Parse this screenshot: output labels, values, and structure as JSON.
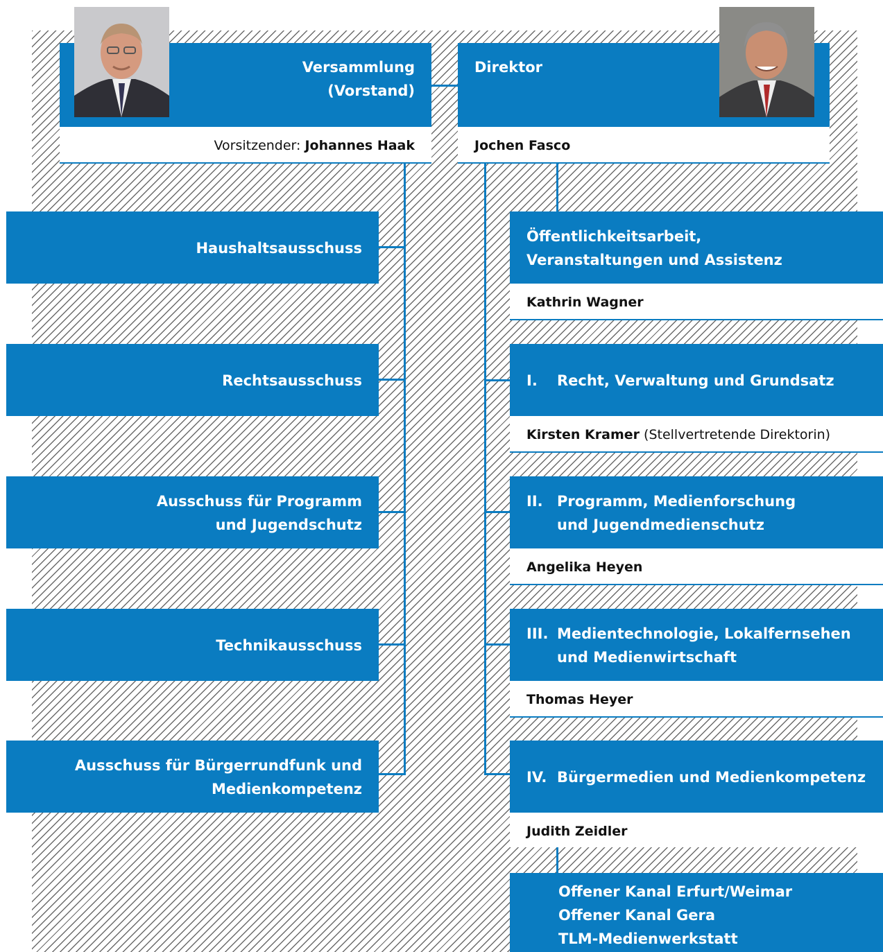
{
  "top": {
    "versammlung": {
      "title_line1": "Versammlung",
      "title_line2": "(Vorstand)",
      "role_label": "Vorsitzender: ",
      "name": "Johannes Haak"
    },
    "direktor": {
      "title": "Direktor",
      "name": "Jochen Fasco"
    }
  },
  "ausschuesse": [
    {
      "line1": "Haushaltsausschuss",
      "line2": ""
    },
    {
      "line1": "Rechtsausschuss",
      "line2": ""
    },
    {
      "line1": "Ausschuss für Programm",
      "line2": "und Jugendschutz"
    },
    {
      "line1": "Technikausschuss",
      "line2": ""
    },
    {
      "line1": "Ausschuss für Bürgerrundfunk und",
      "line2": "Medienkompetenz"
    }
  ],
  "abteilungen": [
    {
      "num": "",
      "line1": "Öffentlichkeitsarbeit,",
      "line2": "Veranstaltungen und Assistenz",
      "person": "Kathrin Wagner",
      "person_note": ""
    },
    {
      "num": "I.",
      "line1": "Recht, Verwaltung und Grundsatz",
      "line2": "",
      "person": "Kirsten Kramer",
      "person_note": " (Stellvertretende Direktorin)"
    },
    {
      "num": "II.",
      "line1": "Programm, Medienforschung",
      "line2": "und Jugendmedienschutz",
      "person": "Angelika Heyen",
      "person_note": ""
    },
    {
      "num": "III.",
      "line1": "Medientechnologie, Lokalfernsehen",
      "line2": "und Medienwirtschaft",
      "person": "Thomas Heyer",
      "person_note": ""
    },
    {
      "num": "IV.",
      "line1": "Bürgermedien und Medienkompetenz",
      "line2": "",
      "person": "Judith Zeidler",
      "person_note": ""
    }
  ],
  "einrichtungen": [
    "Offener Kanal Erfurt/Weimar",
    "Offener Kanal Gera",
    "TLM-Medienwerkstatt"
  ],
  "colors": {
    "accent": "#0a7cc1",
    "hatch": "#6b6b6b"
  }
}
